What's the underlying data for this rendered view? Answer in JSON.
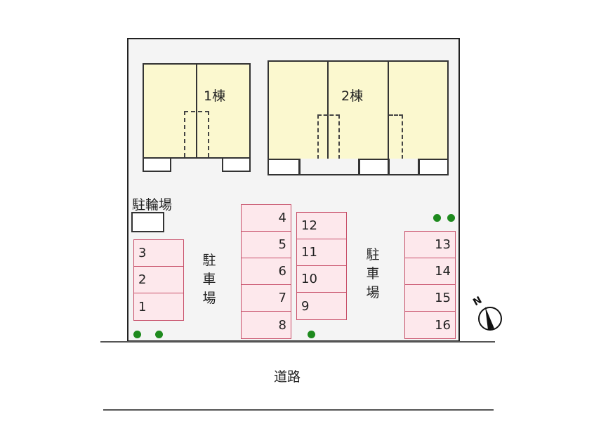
{
  "buildings": [
    {
      "label": "1棟"
    },
    {
      "label": "2棟"
    }
  ],
  "bicycle_parking": {
    "label": "駐輪場"
  },
  "parking_labels": {
    "left": "駐車場",
    "right": "駐車場"
  },
  "stalls": {
    "column_a": [
      "3",
      "2",
      "1"
    ],
    "column_b": [
      "4",
      "5",
      "6",
      "7",
      "8"
    ],
    "column_c": [
      "12",
      "11",
      "10",
      "9"
    ],
    "column_d": [
      "13",
      "14",
      "15",
      "16"
    ]
  },
  "road": {
    "label": "道路"
  },
  "compass": {
    "label": "N",
    "icon": "compass-north-icon"
  },
  "colors": {
    "building_fill": "#fbf8cf",
    "stall_fill": "#fde8ec",
    "stall_border": "#c8506a",
    "tree": "#1e8a1e",
    "lot_fill": "#f4f4f4"
  }
}
